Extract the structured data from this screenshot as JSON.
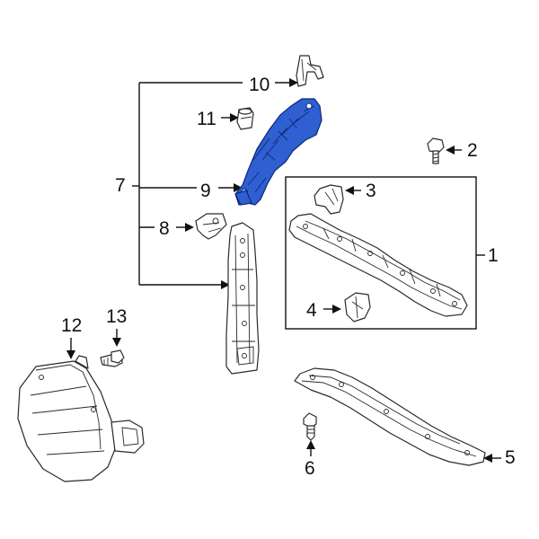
{
  "colors": {
    "highlight": "#2f5fd0",
    "outline": "#2a2a2a",
    "background": "#ffffff"
  },
  "callouts": {
    "c1": "1",
    "c2": "2",
    "c3": "3",
    "c4": "4",
    "c5": "5",
    "c6": "6",
    "c7": "7",
    "c8": "8",
    "c9": "9",
    "c10": "10",
    "c11": "11",
    "c12": "12",
    "c13": "13"
  }
}
